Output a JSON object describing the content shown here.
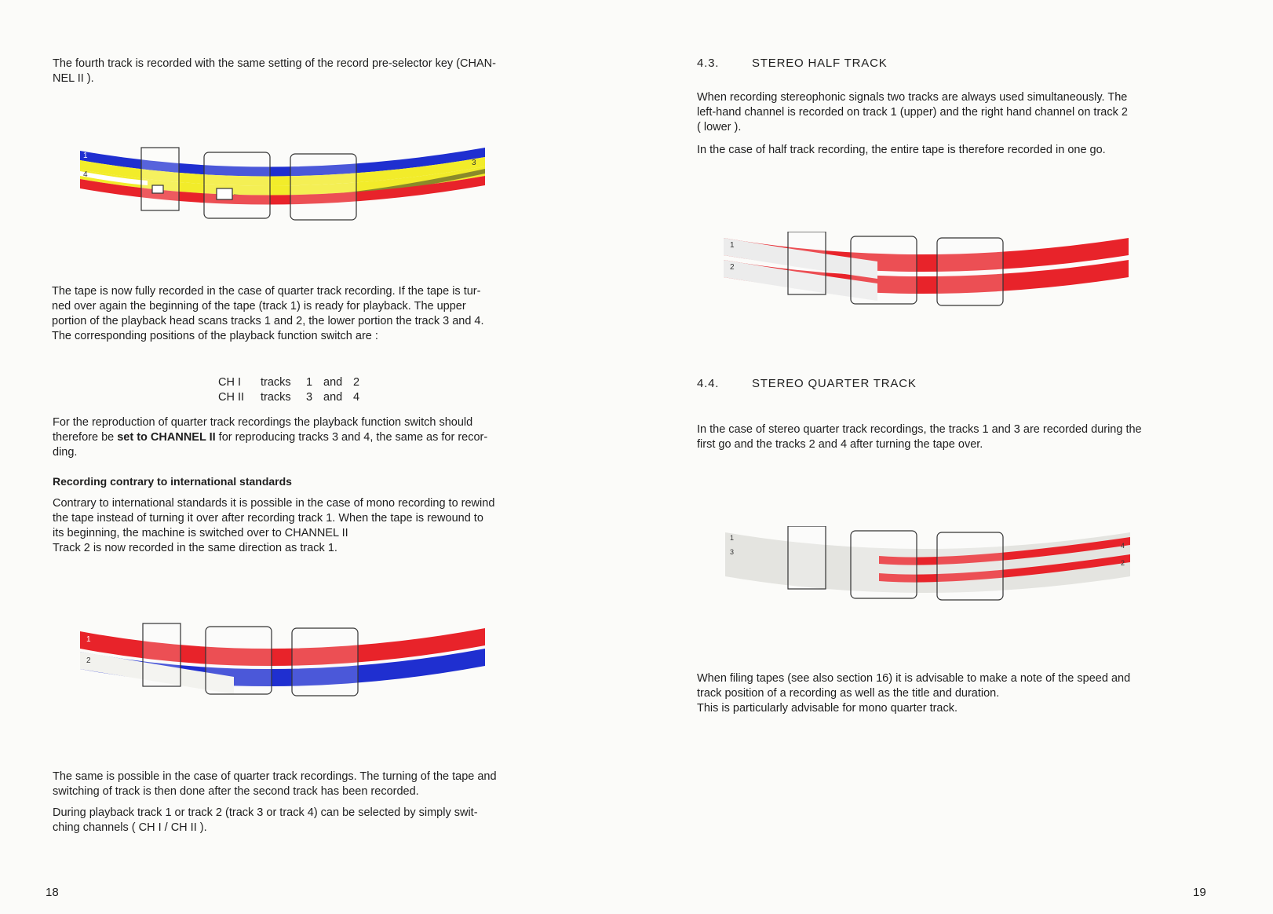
{
  "left_page": {
    "p1": [
      "The fourth track is recorded with the same setting of the record pre-selector key (CHAN-",
      "NEL II )."
    ],
    "p2": [
      "The tape is now fully recorded in the case of quarter track recording. If the tape is tur-",
      "ned over again the beginning of the tape (track 1) is ready for playback. The upper",
      "portion of the playback head scans tracks 1 and 2, the lower portion the track 3 and 4.",
      "The corresponding positions of the playback function switch are :"
    ],
    "channels": [
      {
        "ch": "CH I",
        "tracks": "tracks",
        "a": "1",
        "and": "and",
        "b": "2"
      },
      {
        "ch": "CH II",
        "tracks": "tracks",
        "a": "3",
        "and": "and",
        "b": "4"
      }
    ],
    "p3": {
      "l1": "For the reproduction of quarter track recordings the playback function switch should",
      "l2a": "therefore be ",
      "l2b": "set to CHANNEL II",
      "l2c": " for reproducing tracks 3 and 4, the same as for recor-",
      "l3": "ding."
    },
    "subheading": "Recording contrary to international standards",
    "p4": [
      "Contrary to international standards it is possible in the case of mono recording to rewind",
      "the tape instead of turning it over after recording track 1. When the tape is rewound to",
      "its beginning, the machine is switched over to CHANNEL II",
      "Track 2 is now recorded in the same direction as track 1."
    ],
    "p5": [
      "The same is possible  in the case of quarter track recordings. The turning of the tape and",
      "switching of track is then done after the second track has been recorded."
    ],
    "p6": [
      "During playback track 1 or track 2 (track 3 or track 4) can be selected by simply swit-",
      "ching channels ( CH I / CH II )."
    ],
    "page_number": "18",
    "diagram1_labels": {
      "t1": "1",
      "t3": "3",
      "t4": "4"
    },
    "diagram2_labels": {
      "t1": "1",
      "t2": "2"
    }
  },
  "right_page": {
    "h1": {
      "num": "4.3.",
      "title": "STEREO HALF TRACK"
    },
    "p1": [
      "When recording stereophonic signals two tracks are always used simultaneously. The",
      "left-hand channel is recorded on track 1 (upper) and the right hand channel on track 2",
      "( lower )."
    ],
    "p2": [
      "In the case of half track recording, the entire tape is therefore recorded in one go."
    ],
    "h2": {
      "num": "4.4.",
      "title": "STEREO QUARTER TRACK"
    },
    "p3": [
      "In the case of stereo quarter track recordings, the tracks 1 and 3 are recorded during the",
      "first go and the tracks 2 and 4 after turning the tape over."
    ],
    "p4": [
      "When filing tapes (see also section 16) it is advisable to make a note of the speed and",
      "track position of a recording as well as the title and duration.",
      "This is particularly advisable for mono quarter track."
    ],
    "page_number": "19",
    "diagram3_labels": {
      "t1": "1",
      "t2": "2"
    },
    "diagram4_labels": {
      "t1": "1",
      "t2": "2",
      "t3": "3",
      "t4": "4"
    }
  },
  "colors": {
    "red": "#e8232a",
    "blue": "#1f2fd0",
    "yellow": "#f2ec2a",
    "olive": "#8a8a2a",
    "paper": "#fbfbf9"
  }
}
